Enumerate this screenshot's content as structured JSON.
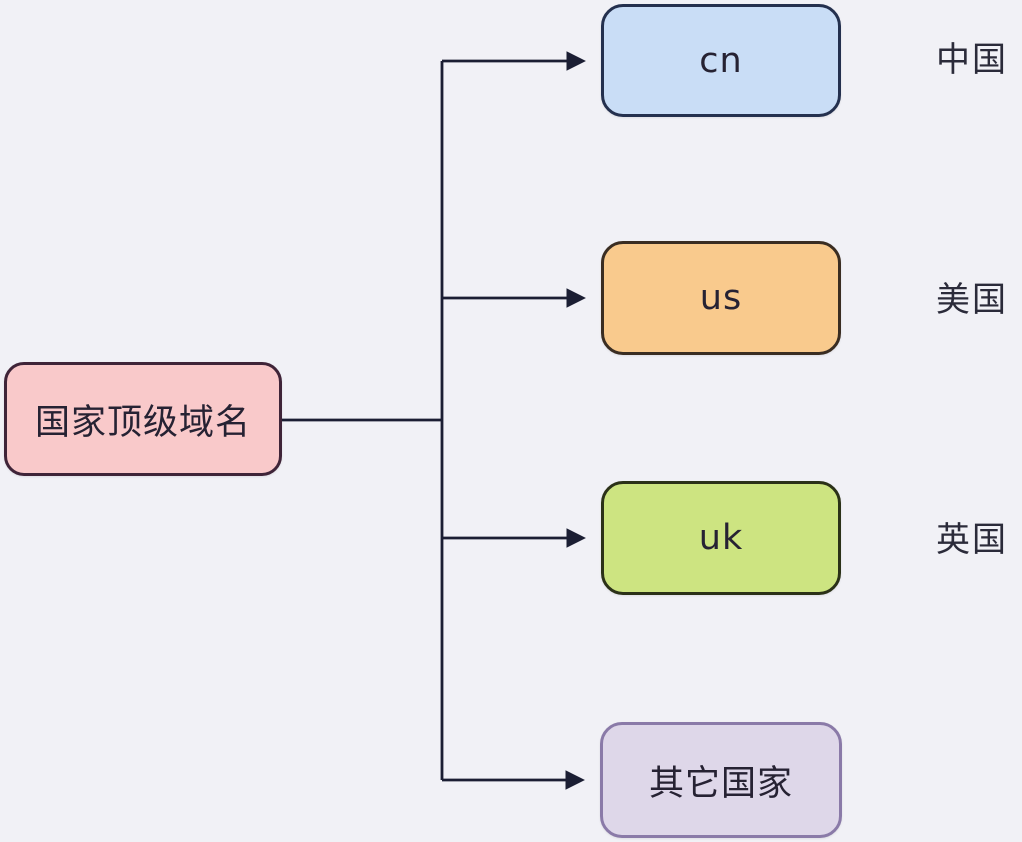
{
  "diagram": {
    "title": "country top-level domains tree",
    "background_color": "#f1f1f6",
    "line_color": "#1b1e33",
    "root": {
      "label": "国家顶级域名",
      "fill": "#f9c9ca",
      "border": "#3f2438"
    },
    "nodes": [
      {
        "label": "cn",
        "country": "中国",
        "fill": "#c9ddf6",
        "border": "#24304e"
      },
      {
        "label": "us",
        "country": "美国",
        "fill": "#f9ca8d",
        "border": "#3a2d22"
      },
      {
        "label": "uk",
        "country": "英国",
        "fill": "#cde481",
        "border": "#2b3118"
      },
      {
        "label": "其它国家",
        "country": "",
        "fill": "#ded7e9",
        "border": "#8a7aa8"
      }
    ]
  }
}
